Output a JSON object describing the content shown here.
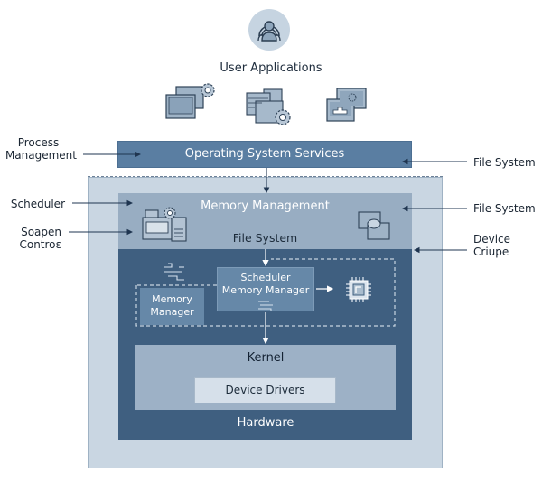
{
  "diagram": {
    "top": {
      "user_icon": "user-group-icon",
      "user_label": "User Applications",
      "app_icons": [
        "monitors-gear-icon",
        "windows-gear-icon",
        "screens-gear-icon"
      ]
    },
    "os_services": {
      "label": "Operating System Services"
    },
    "memory_management": {
      "title": "Memory Management",
      "subtitle": "File System",
      "left_icon": "devices-gear-icon",
      "right_icon": "monitors-cloud-icon"
    },
    "core": {
      "scheduler_memory_manager": [
        "Scheduler",
        "Memory Manager"
      ],
      "memory_manager": [
        "Memory",
        "Manager"
      ],
      "chip_icon": "cpu-chip-icon",
      "circuit_icon": "circuit-icon"
    },
    "kernel": {
      "label": "Kernel",
      "device_drivers": "Device Drivers"
    },
    "hardware": {
      "label": "Hardware"
    },
    "side_labels": {
      "left": [
        {
          "lines": [
            "Process",
            "Management"
          ]
        },
        {
          "lines": [
            "Scheduler"
          ]
        },
        {
          "lines": [
            "Soapen",
            "Controɛ"
          ]
        }
      ],
      "right": [
        {
          "lines": [
            "File System"
          ]
        },
        {
          "lines": [
            "File System"
          ]
        },
        {
          "lines": [
            "Device",
            "Criupe"
          ]
        }
      ]
    },
    "colors": {
      "os_services": "#5a7ea2",
      "outer_container": "#c9d6e2",
      "memory_layer": "#98adc2",
      "core_layer": "#3f5f80",
      "kernel_layer": "#9db1c6",
      "device_drivers": "#d6e0ea",
      "arrow": "#1f3550"
    }
  }
}
